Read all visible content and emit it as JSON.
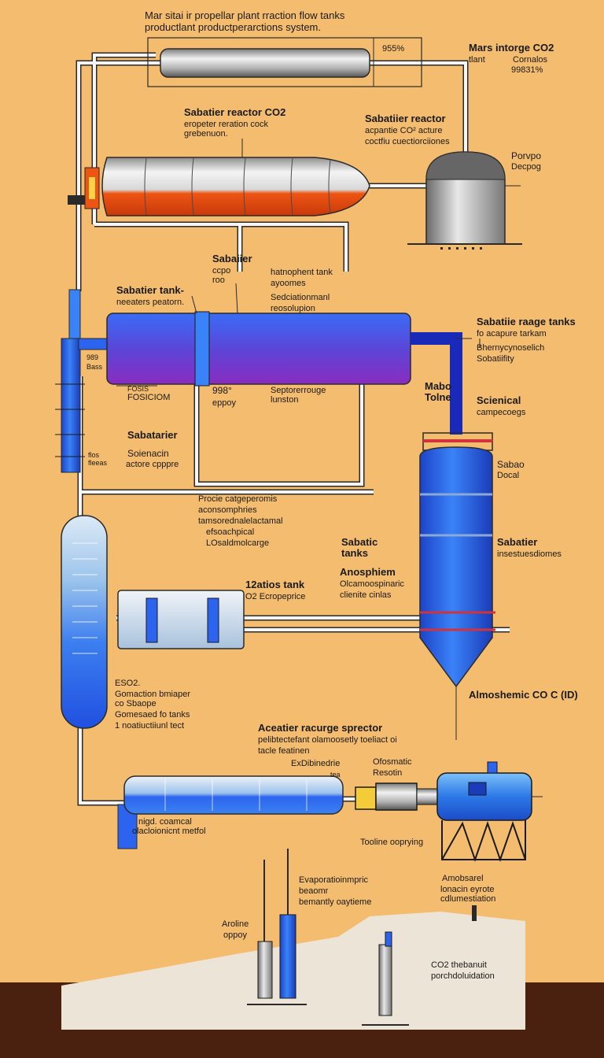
{
  "title": {
    "line1": "Mar sitai ir propellar plant rraction flow tanks",
    "line2": "productlant productperarctions system."
  },
  "labels": {
    "top_pct": "955%",
    "mars_line1": "Mars intorge CO2",
    "mars_line2": "tlant",
    "mars_line3": "Cornalos",
    "mars_line4": "99831%",
    "sab_reactor_line1": "Sabatier reactor CO2",
    "sab_reactor_line2": "eropeter reration cock",
    "sab_reactor_line3": "grebenuon.",
    "sab_right_line1": "Sabatiier reactor",
    "sab_right_line2": "acpantie CO² acture",
    "sab_right_line3": "coctfiu cuectiorciiones",
    "porvpo_line1": "Porvpo",
    "porvpo_line2": "Decpog",
    "sabaiier_small": "Sabaiier",
    "cepo": "ccpo",
    "roo": "roo",
    "hatnophent_line1": "hatnophent tank",
    "hatnophent_line2": "ayoomes",
    "hatnophent_line3": "Sedciationmanl",
    "hatnophent_line4": "reosolupion",
    "sab_tank_line1": "Sabatier tank-",
    "sab_tank_line2": "neeaters peatorn.",
    "range_line1": "Sabatiie raage tanks",
    "range_line2": "fo acapure tarkam",
    "range_line3": "Bhernycynoselich",
    "range_line4": "Sobatiifity",
    "left_pipe_top_line1": "989",
    "left_pipe_top_line2": "Bass",
    "fosicom_line1": "FOSIS",
    "fosicom_line2": "FOSICIOM",
    "pct_998": "998°",
    "eppoy": "eppoy",
    "septore_line1": "Septorerrouge",
    "septore_line2": "lunston",
    "mabo_line1": "Mabo",
    "mabo_line2": "Tolne",
    "scienical_line1": "Scienical",
    "scienical_line2": "campecoegs",
    "sabatarier": "Sabatarier",
    "soienacin_line1": "Soienacin",
    "soienacin_line2": "actore cpppre",
    "small_flow_line1": "flos",
    "small_flow_line2": "fleeas",
    "sabao_line1": "Sabao",
    "sabao_line2": "Docal",
    "procie_line1": "Procie catgeperomis",
    "procie_line2": "aconsomphries",
    "procie_line3": "tamsorednalelactamal",
    "procie_line4": "efsoachpical",
    "procie_line5": "LOsaldmolcarge",
    "sabatic_line1": "Sabatic",
    "sabatic_line2": "tanks",
    "sab_right2_line1": "Sabatier",
    "sab_right2_line2": "insestuesdiomes",
    "anosphiem_line1": "Anosphiem",
    "anosphiem_line2": "Olcamoospinaric",
    "anosphiem_line3": "clienite cinlas",
    "tank12_line1": "12atios tank",
    "tank12_line2": "O2 Ecropeprice",
    "almos": "Almoshemic CO C (ID)",
    "eso2_line1": "ESO2.",
    "eso2_line2": "Gomaction bmiaper",
    "eso2_line3": "co Sbaope",
    "eso2_line4": "Gomesaed fo tanks",
    "eso2_line5": "1 noatiuctiiunl tect",
    "aceatier_line1": "Aceatier racurge sprector",
    "aceatier_line2": "pelibtectefant olamoosetly toeliact oi",
    "aceatier_line3": "tacle featinen",
    "exd_line1": "ExDibinedrie",
    "exd_line2": "tea",
    "ofosmatic_line1": "Ofosmatic",
    "ofosmatic_line2": "Resotin",
    "nigd_line1": "nigd. coamcal",
    "nigd_line2": "olacloionicnt metfol",
    "tooling": "Tooline ooprying",
    "evap_line1": "Evaporatioinmpric",
    "evap_line2": "beaomr",
    "evap_line3": "bemantly oaytieme",
    "amob_line1": "Amobsarel",
    "amob_line2": "lonacin eyrote",
    "amob_line3": "cdlumestiation",
    "aroline_line1": "Aroline",
    "aroline_line2": "oppoy",
    "co2_line1": "CO2 thebanuit",
    "co2_line2": "porchdoluidation"
  },
  "colors": {
    "background": "#f4bc6e",
    "ground_dark": "#4a200e",
    "ground_light": "#ece4d6",
    "pipe_outline": "#2a2a2a",
    "pipe_fill": "#f6f6f6",
    "blue": "#2c64f0",
    "purple": "#8a2cc0",
    "heater_orange": "#ee5512",
    "red_ring": "#d2323a"
  }
}
